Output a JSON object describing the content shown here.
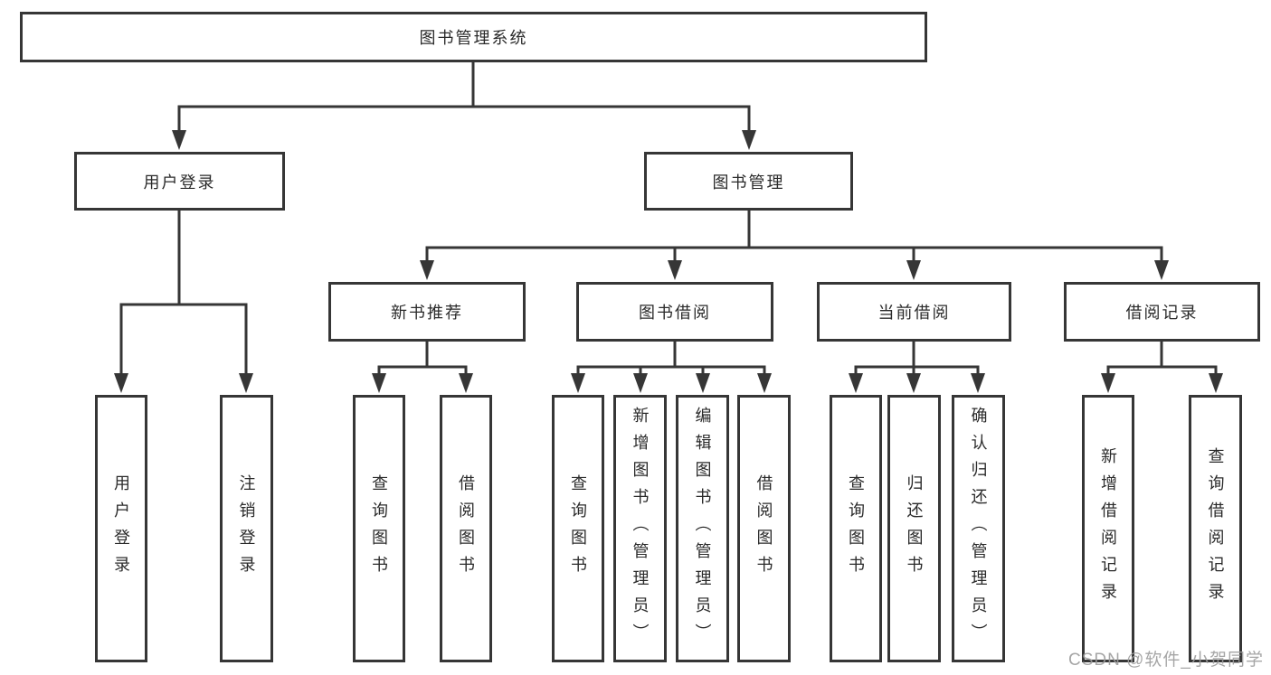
{
  "colors": {
    "line": "#363636",
    "text": "#2a2a2a",
    "watermark_gray": "#9d9d9d"
  },
  "watermark": {
    "text": "CSDN @软件_小贺同学"
  },
  "tree": {
    "root": "图书管理系统",
    "children": [
      {
        "label": "用户登录",
        "children": [
          "用户登录",
          "注销登录"
        ]
      },
      {
        "label": "图书管理",
        "children": [
          {
            "label": "新书推荐",
            "children": [
              "查询图书",
              "借阅图书"
            ]
          },
          {
            "label": "图书借阅",
            "children": [
              "查询图书",
              "新增图书（管理员）",
              "编辑图书（管理员）",
              "借阅图书"
            ]
          },
          {
            "label": "当前借阅",
            "children": [
              "查询图书",
              "归还图书",
              "确认归还（管理员）"
            ]
          },
          {
            "label": "借阅记录",
            "children": [
              "新增借阅记录",
              "查询借阅记录"
            ]
          }
        ]
      }
    ]
  }
}
